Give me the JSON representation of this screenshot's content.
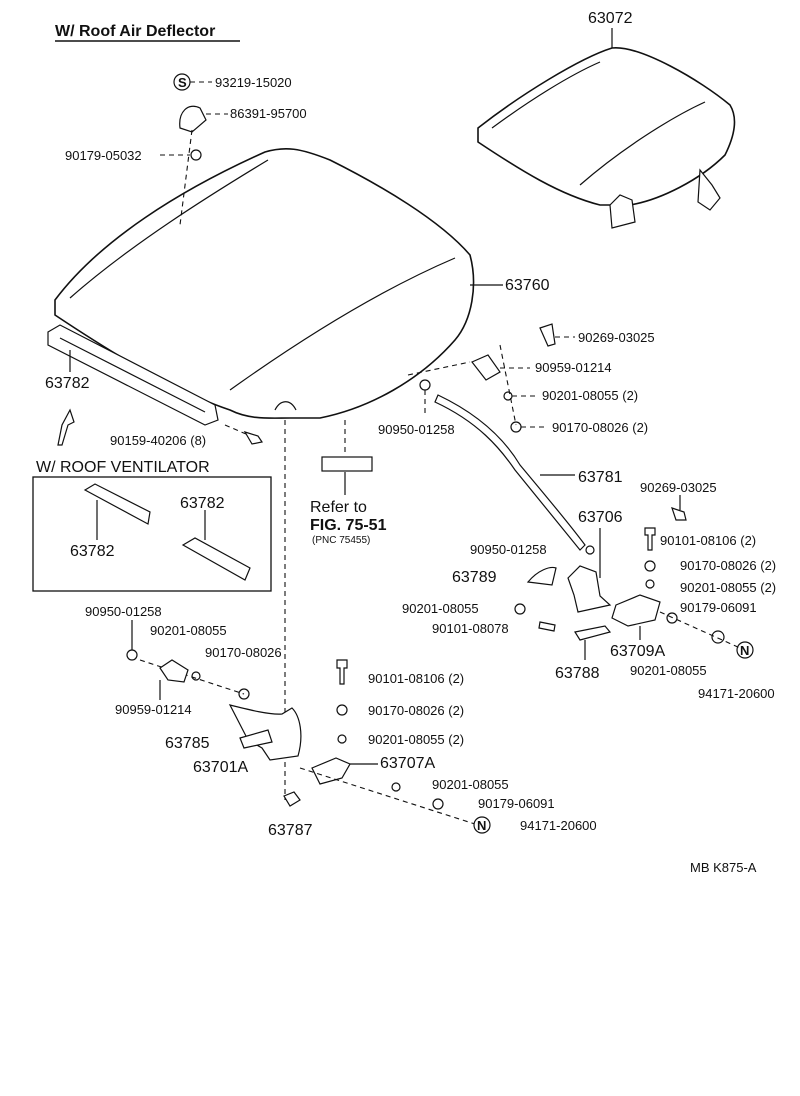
{
  "header": {
    "title": "W/ Roof Air Deflector"
  },
  "inset": {
    "title": "W/ ROOF  VENTILATOR",
    "label_a": "63782",
    "label_b": "63782"
  },
  "labels": {
    "p63072": "63072",
    "p63760": "63760",
    "p63782": "63782",
    "p93219": "93219-15020",
    "p86391": "86391-95700",
    "p90179a": "90179-05032",
    "p90159": "90159-40206 (8)",
    "p90950a": "90950-01258",
    "p90269a": "90269-03025",
    "p90959a": "90959-01214",
    "p90201a": "90201-08055 (2)",
    "p90170a": "90170-08026 (2)",
    "p63781": "63781",
    "p90269b": "90269-03025",
    "p63706": "63706",
    "p90950b": "90950-01258",
    "p90101a": "90101-08106 (2)",
    "p90170b": "90170-08026 (2)",
    "p63789": "63789",
    "p90201b": "90201-08055 (2)",
    "p90201c": "90201-08055",
    "p90179b": "90179-06091",
    "p90101b": "90101-08078",
    "p63709a": "63709A",
    "p63788": "63788",
    "p90201d": "90201-08055",
    "p94171a": "94171-20600",
    "p90950c": "90950-01258",
    "p90201e": "90201-08055",
    "p90170c": "90170-08026",
    "p90959b": "90959-01214",
    "p90101c": "90101-08106 (2)",
    "p90170d": "90170-08026 (2)",
    "p90201f": "90201-08055 (2)",
    "p63785": "63785",
    "p63701a": "63701A",
    "p63707a": "63707A",
    "p90201g": "90201-08055",
    "p90179c": "90179-06091",
    "p94171b": "94171-20600",
    "p63787": "63787",
    "refer1": "Refer to",
    "refer2": "FIG. 75-51",
    "refer3": "(PNC 75455)",
    "code": "MB  K875-A"
  },
  "symbols": {
    "s_mark": "S",
    "n_mark_a": "N",
    "n_mark_b": "N"
  }
}
